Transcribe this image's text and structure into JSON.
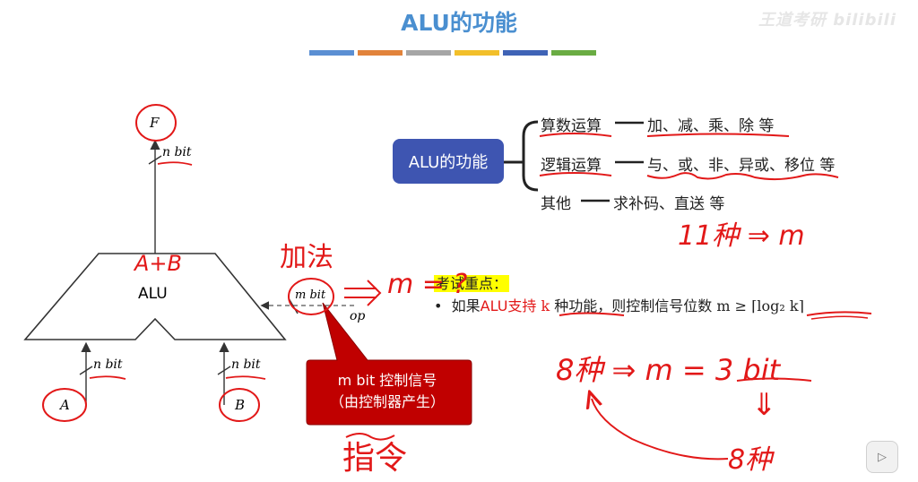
{
  "title": "ALU的功能",
  "watermark": "王道考研  bilibili",
  "colors": {
    "title": "#4a8fd0",
    "bars": [
      "#5b8fd3",
      "#e2833b",
      "#a6a6a6",
      "#f2bf2a",
      "#3f63b6",
      "#6aac43"
    ],
    "box": "#3e55b1",
    "callout": "#c00000",
    "ink": "#e21818",
    "highlight": "#ffff00"
  },
  "diagram": {
    "alu_label": "ALU",
    "output_label": "F",
    "input_a": "A",
    "input_b": "B",
    "bus_width": "n bit",
    "control_width": "m bit",
    "op_label": "op"
  },
  "function_tree": {
    "root": "ALU的功能",
    "branches": [
      {
        "category": "算数运算",
        "items": "加、减、乘、除 等"
      },
      {
        "category": "逻辑运算",
        "items": "与、或、非、异或、移位 等"
      },
      {
        "category": "其他",
        "items": "求补码、直送 等"
      }
    ]
  },
  "exam": {
    "label": "考试重点：",
    "bullet_prefix": "如果",
    "bullet_red": "ALU支持",
    "bullet_k": "k",
    "bullet_mid": "种功能，则控制信号位数",
    "bullet_formula": "m ≥ ⌈log₂ k⌉"
  },
  "callout": {
    "line1": "m bit 控制信号",
    "line2": "（由控制器产生）"
  },
  "annotations": {
    "a_plus_b": "A+B",
    "addition": "加法",
    "m_question": "m = ?",
    "eleven_kinds": "11种 ⇒ m",
    "eight_kinds_eq": "8种 ⇒ m = 3 bit",
    "down_arrow": "⇓",
    "eight_kinds": "8种",
    "instruction": "指令"
  }
}
